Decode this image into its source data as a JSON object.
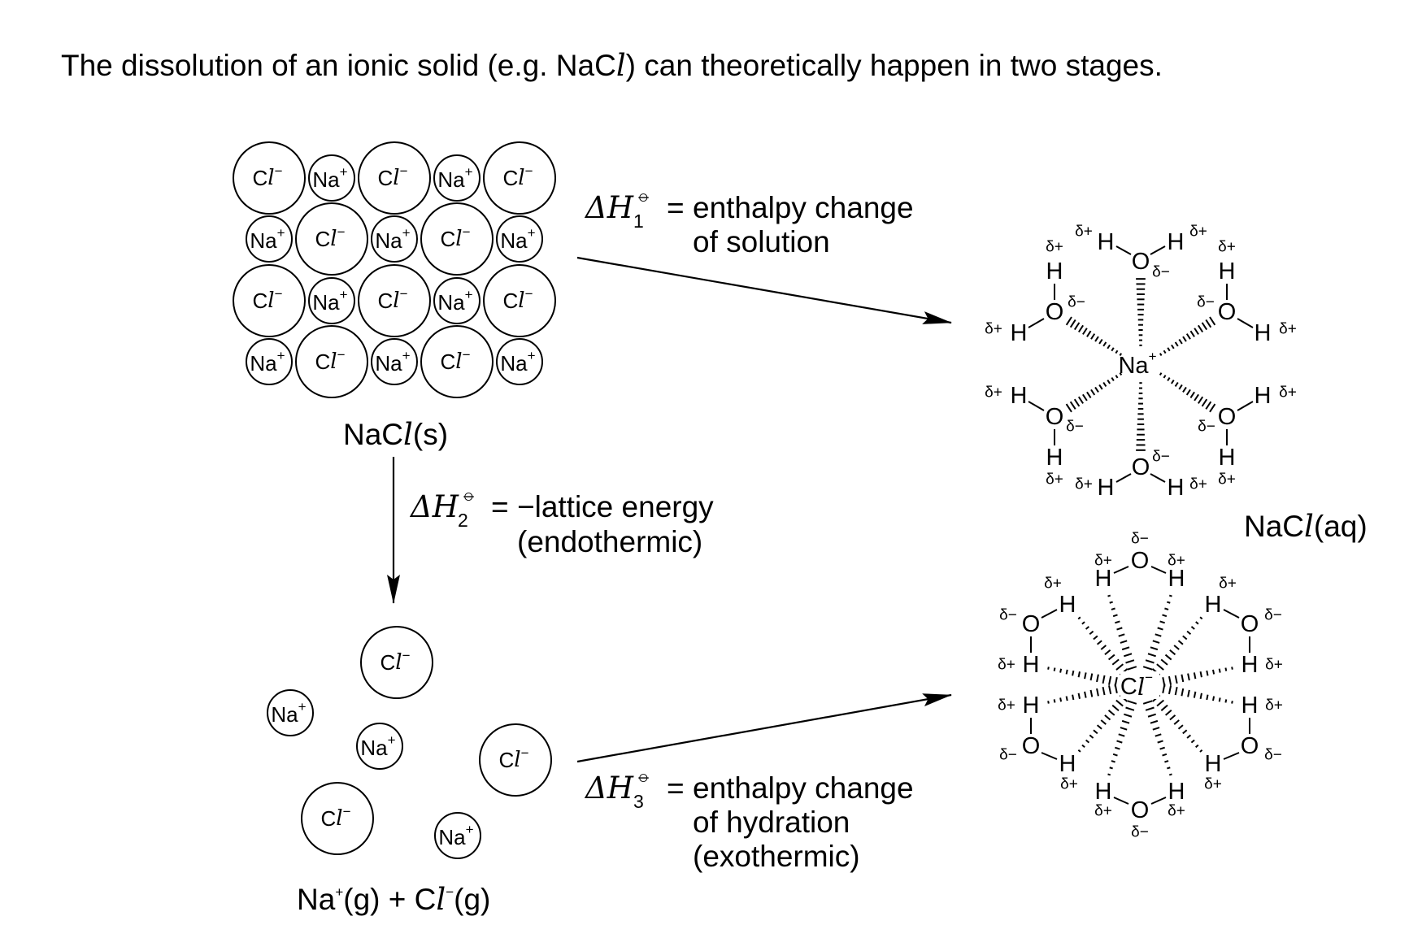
{
  "intro": {
    "before": "The dissolution of an ionic solid (e.g. NaC",
    "ell": "l",
    "after": ") can theoretically happen in two stages."
  },
  "ions": {
    "cl": "Cl",
    "cl_minus": "−",
    "na": "Na",
    "na_plus": "+"
  },
  "labels": {
    "solid_pre": "NaC",
    "solid_ell": "l",
    "solid_post": "(s)",
    "aq_pre": "NaC",
    "aq_ell": "l",
    "aq_post": "(aq)",
    "gas_na": "Na",
    "gas_plus": "+",
    "gas_mid": "(g) + C",
    "gas_ell": "l",
    "gas_minus": "−",
    "gas_post": "(g)"
  },
  "enthalpy": {
    "delta_sym": "ΔH",
    "std": "⦵",
    "eq": "=",
    "h1": {
      "sub": "1",
      "line1": "enthalpy change",
      "line2": "of solution"
    },
    "h2": {
      "sub": "2",
      "line1": "−lattice energy",
      "line2": "(endothermic)"
    },
    "h3": {
      "sub": "3",
      "line1": "enthalpy change",
      "line2": "of hydration",
      "line3": "(exothermic)"
    }
  },
  "atoms": {
    "h": "H",
    "o": "O",
    "na": "Na",
    "na_plus": "+",
    "cl": "Cl",
    "cl_minus": "−",
    "dplus": "δ+",
    "dminus": "δ−"
  }
}
